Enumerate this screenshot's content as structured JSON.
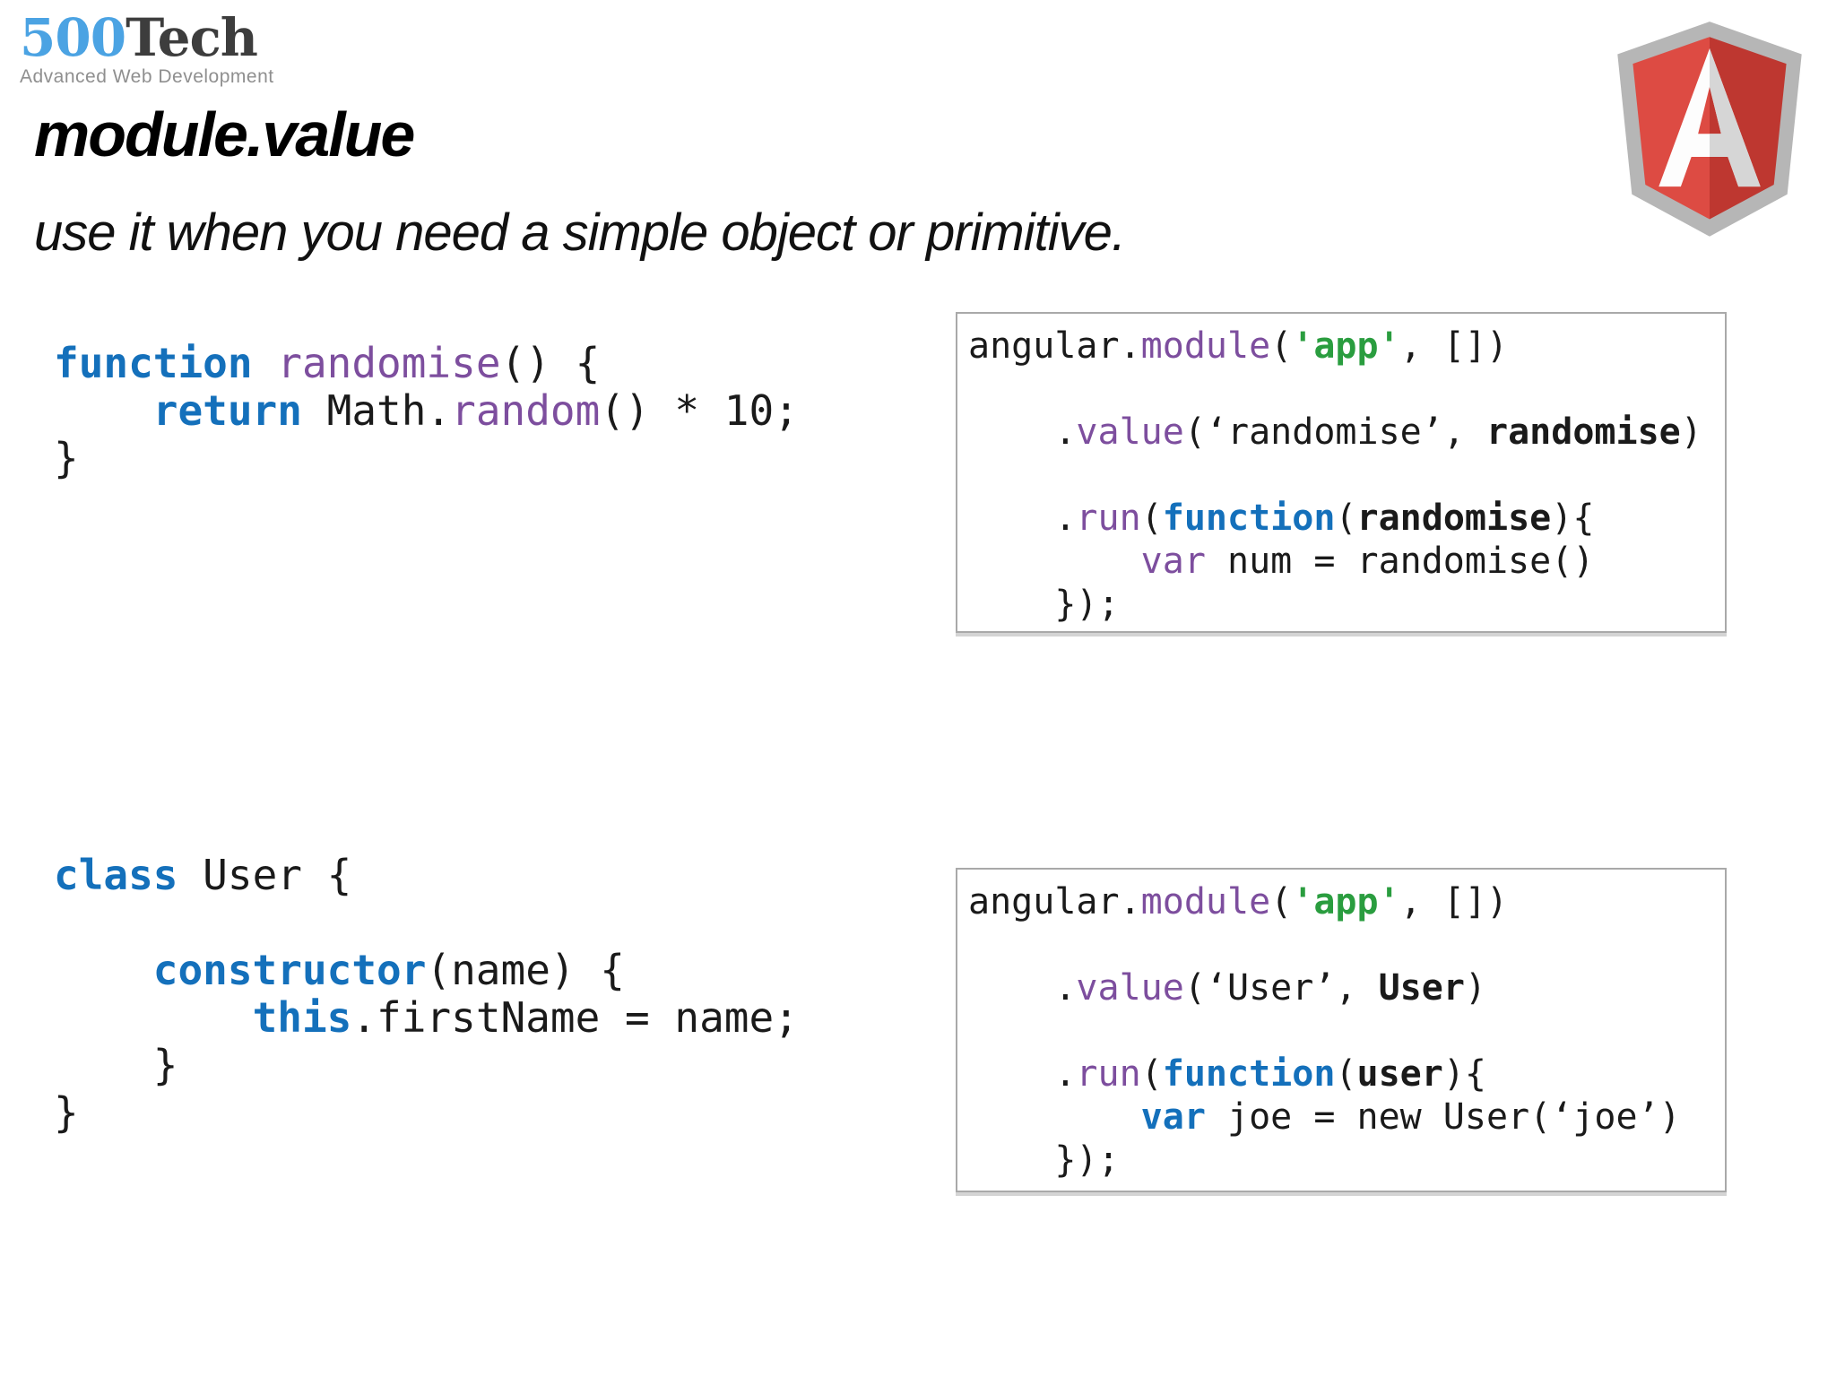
{
  "brand": {
    "blue_text": "500",
    "dark_text": "Tech",
    "tagline": "Advanced Web Development",
    "colors": {
      "blue": "#4BA3E3",
      "dark": "#3D3D3D",
      "gray": "#8F8F8F"
    }
  },
  "header": {
    "title": "module.value",
    "subtitle": "use it when you need a simple object or primitive."
  },
  "angular_logo": {
    "icon": "angular-shield-icon",
    "colors": {
      "border": "#B6B6B6",
      "red_light": "#DD4B43",
      "red_dark": "#BE3730",
      "letter_light": "#FDFDFD",
      "letter_shade": "#D6D6D6"
    }
  },
  "code_colors": {
    "keyword": "#1470BB",
    "method": "#7D4E9E",
    "string_green": "#2A9D3F",
    "text": "#1A1A1A"
  },
  "code_blocks": {
    "left_top": {
      "lines": [
        [
          [
            "k",
            "function"
          ],
          [
            "n",
            " "
          ],
          [
            "p",
            "randomise"
          ],
          [
            "n",
            "() {"
          ]
        ],
        [
          [
            "n",
            "    "
          ],
          [
            "k",
            "return"
          ],
          [
            "n",
            " Math."
          ],
          [
            "p",
            "random"
          ],
          [
            "n",
            "() * 10;"
          ]
        ],
        [
          [
            "n",
            "}"
          ]
        ]
      ]
    },
    "box_top": {
      "lines": [
        [
          [
            "n",
            "angular."
          ],
          [
            "p",
            "module"
          ],
          [
            "n",
            "("
          ],
          [
            "g",
            "'app'"
          ],
          [
            "n",
            ", [])"
          ]
        ],
        [],
        [
          [
            "n",
            "    ."
          ],
          [
            "p",
            "value"
          ],
          [
            "n",
            "(‘randomise’, "
          ],
          [
            "b",
            "randomise"
          ],
          [
            "n",
            ")"
          ]
        ],
        [],
        [
          [
            "n",
            "    ."
          ],
          [
            "p",
            "run"
          ],
          [
            "n",
            "("
          ],
          [
            "k",
            "function"
          ],
          [
            "n",
            "("
          ],
          [
            "b",
            "randomise"
          ],
          [
            "n",
            "){"
          ]
        ],
        [
          [
            "n",
            "        "
          ],
          [
            "p",
            "var"
          ],
          [
            "n",
            " num = randomise()"
          ]
        ],
        [
          [
            "n",
            "    });"
          ]
        ]
      ]
    },
    "left_bottom": {
      "lines": [
        [
          [
            "k",
            "class"
          ],
          [
            "n",
            " User {"
          ]
        ],
        [],
        [
          [
            "n",
            "    "
          ],
          [
            "k",
            "constructor"
          ],
          [
            "n",
            "(name) {"
          ]
        ],
        [
          [
            "n",
            "        "
          ],
          [
            "k",
            "this"
          ],
          [
            "n",
            ".firstName = name;"
          ]
        ],
        [
          [
            "n",
            "    }"
          ]
        ],
        [
          [
            "n",
            "}"
          ]
        ]
      ]
    },
    "box_bottom": {
      "lines": [
        [
          [
            "n",
            "angular."
          ],
          [
            "p",
            "module"
          ],
          [
            "n",
            "("
          ],
          [
            "g",
            "'app'"
          ],
          [
            "n",
            ", [])"
          ]
        ],
        [],
        [
          [
            "n",
            "    ."
          ],
          [
            "p",
            "value"
          ],
          [
            "n",
            "(‘User’, "
          ],
          [
            "b",
            "User"
          ],
          [
            "n",
            ")"
          ]
        ],
        [],
        [
          [
            "n",
            "    ."
          ],
          [
            "p",
            "run"
          ],
          [
            "n",
            "("
          ],
          [
            "k",
            "function"
          ],
          [
            "n",
            "("
          ],
          [
            "b",
            "user"
          ],
          [
            "n",
            "){"
          ]
        ],
        [
          [
            "n",
            "        "
          ],
          [
            "k",
            "var"
          ],
          [
            "n",
            " joe = new User(‘joe’)"
          ]
        ],
        [
          [
            "n",
            "    });"
          ]
        ]
      ]
    }
  }
}
